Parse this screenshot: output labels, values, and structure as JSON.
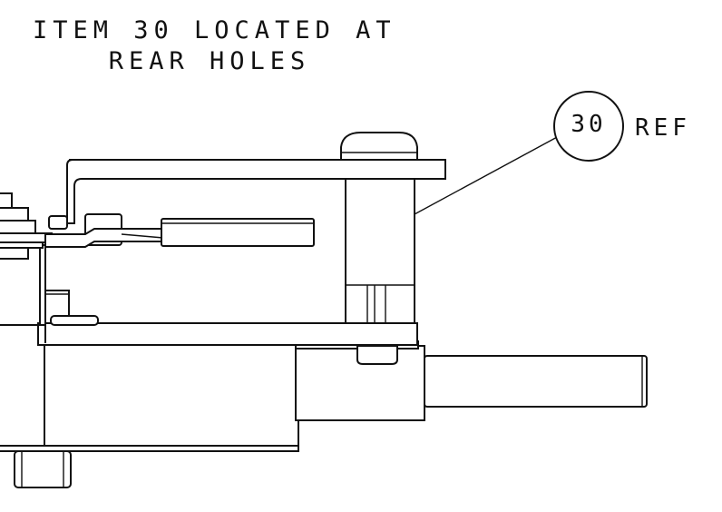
{
  "notes": {
    "line1": "ITEM 30 LOCATED AT",
    "line2": "REAR HOLES"
  },
  "callout": {
    "item_number": "30",
    "suffix": "REF"
  }
}
